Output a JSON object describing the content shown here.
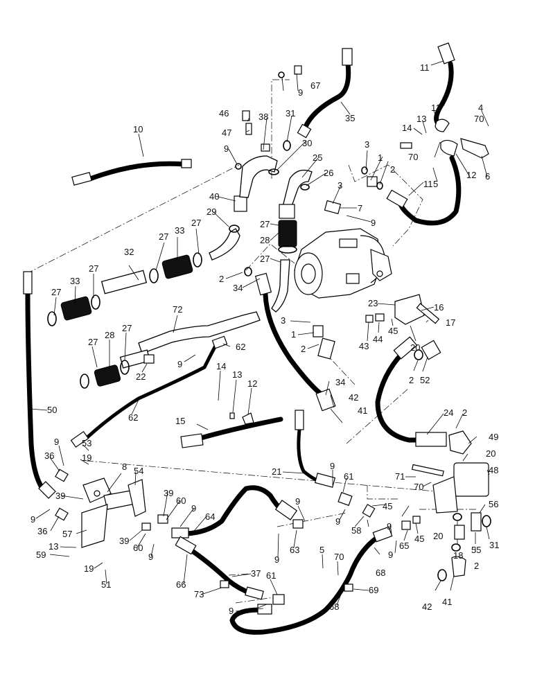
{
  "diagram": {
    "type": "exploded-parts-diagram",
    "callouts": [
      "1",
      "2",
      "3",
      "4",
      "5",
      "6",
      "7",
      "8",
      "9",
      "10",
      "11",
      "12",
      "13",
      "14",
      "15",
      "16",
      "17",
      "18",
      "19",
      "20",
      "21",
      "22",
      "23",
      "24",
      "25",
      "26",
      "27",
      "28",
      "29",
      "30",
      "31",
      "32",
      "33",
      "34",
      "35",
      "36",
      "37",
      "38",
      "39",
      "40",
      "41",
      "42",
      "43",
      "44",
      "45",
      "46",
      "47",
      "48",
      "49",
      "50",
      "51",
      "52",
      "53",
      "54",
      "55",
      "56",
      "57",
      "58",
      "59",
      "60",
      "61",
      "62",
      "63",
      "64",
      "65",
      "66",
      "67",
      "68",
      "69",
      "70",
      "71",
      "72",
      "73"
    ]
  }
}
